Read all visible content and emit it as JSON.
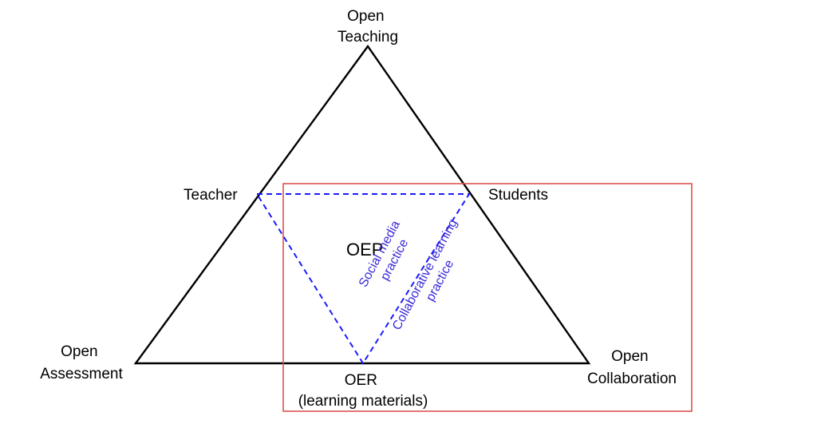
{
  "labels": {
    "top": [
      "Open",
      "Teaching"
    ],
    "left": [
      "Open",
      "Assessment"
    ],
    "right": [
      "Open",
      "Collaboration"
    ],
    "teacher": "Teacher",
    "students": "Students",
    "oep": "OEP",
    "oer": [
      "OER",
      "(learning materials)"
    ],
    "social": [
      "Social media",
      "practice"
    ],
    "collab": [
      "Collaborative learning",
      "practice"
    ]
  },
  "colors": {
    "outline": "#000000",
    "dashed": "#1a1aff",
    "text_blue": "#3a2bd6",
    "box": "#d9534f"
  }
}
